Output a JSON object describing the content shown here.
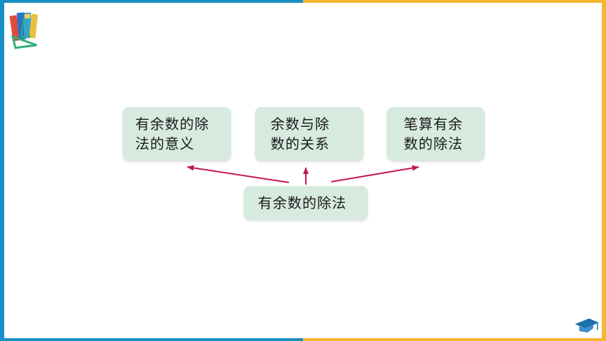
{
  "colors": {
    "frame_left": "#1a8fc4",
    "frame_right": "#f5b630",
    "box_fill": "#d6eadf",
    "arrow": "#c2185b"
  },
  "icons": {
    "logo": "books-and-ruler-icon",
    "corner": "graduation-cap-icon"
  },
  "diagram": {
    "root": "有余数的除法",
    "children": [
      {
        "line1": "有余数的除",
        "line2": "法的意义"
      },
      {
        "line1": "余数与除",
        "line2": "数的关系"
      },
      {
        "line1": "笔算有余",
        "line2": "数的除法"
      }
    ]
  }
}
